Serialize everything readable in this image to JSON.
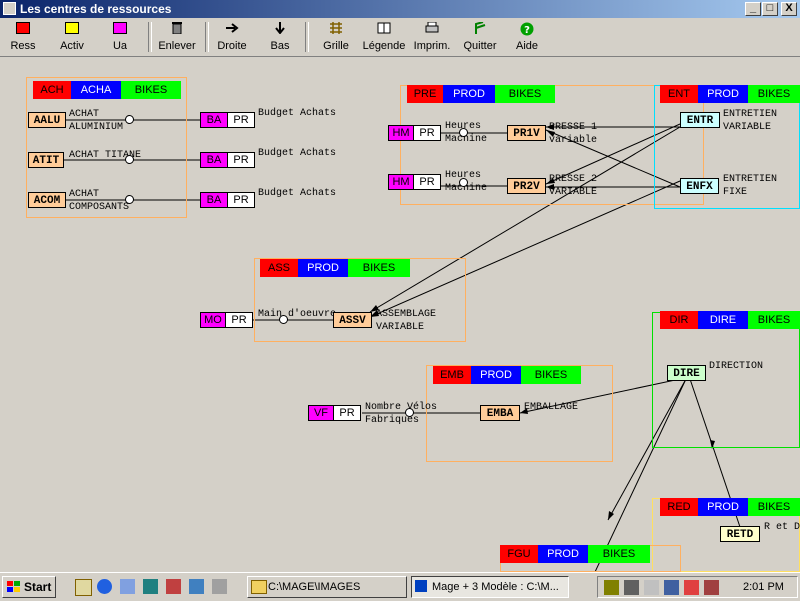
{
  "window": {
    "title": "Les centres de ressources",
    "buttons": [
      "_",
      "□",
      "X"
    ]
  },
  "toolbar": [
    {
      "key": "ress",
      "label": "Ress",
      "icon": "red-square-icon",
      "color": "#ff0000"
    },
    {
      "key": "activ",
      "label": "Activ",
      "icon": "yellow-square-icon",
      "color": "#ffff00"
    },
    {
      "key": "ua",
      "label": "Ua",
      "icon": "magenta-square-icon",
      "color": "#ff00ff"
    },
    {
      "key": "enlever",
      "label": "Enlever",
      "icon": "trash-icon"
    },
    {
      "key": "droite",
      "label": "Droite",
      "icon": "arrow-right-icon"
    },
    {
      "key": "bas",
      "label": "Bas",
      "icon": "arrow-down-icon"
    },
    {
      "key": "grille",
      "label": "Grille",
      "icon": "grid-icon"
    },
    {
      "key": "legende",
      "label": "Légende",
      "icon": "book-icon"
    },
    {
      "key": "imprim",
      "label": "Imprim.",
      "icon": "printer-icon"
    },
    {
      "key": "quitter",
      "label": "Quitter",
      "icon": "exit-icon"
    },
    {
      "key": "aide",
      "label": "Aide",
      "icon": "help-icon"
    }
  ],
  "colors": {
    "red": "#ff0000",
    "blue": "#0000ff",
    "green": "#00ff00",
    "magenta": "#ff00ff",
    "node_orange": "#ffcc99"
  },
  "groups": {
    "ach": [
      "ACH",
      "ACHA",
      "BIKES"
    ],
    "pre": [
      "PRE",
      "PROD",
      "BIKES"
    ],
    "ent": [
      "ENT",
      "PROD",
      "BIKES"
    ],
    "ass": [
      "ASS",
      "PROD",
      "BIKES"
    ],
    "dir": [
      "DIR",
      "DIRE",
      "BIKES"
    ],
    "emb": [
      "EMB",
      "PROD",
      "BIKES"
    ],
    "red": [
      "RED",
      "PROD",
      "BIKES"
    ],
    "fgu": [
      "FGU",
      "PROD",
      "BIKES"
    ]
  },
  "nodes": {
    "aalu": {
      "code": "AALU",
      "label1": "ACHAT",
      "label2": "ALUMINIUM"
    },
    "atit": {
      "code": "ATIT",
      "label1": "ACHAT TITANE",
      "label2": ""
    },
    "acom": {
      "code": "ACOM",
      "label1": "ACHAT",
      "label2": "COMPOSANTS"
    },
    "pr1v": {
      "code": "PR1V",
      "label1": "PRESSE 1",
      "label2": "variable"
    },
    "pr2v": {
      "code": "PR2V",
      "label1": "PRESSE 2",
      "label2": "VARIABLE"
    },
    "entr": {
      "code": "ENTR",
      "label1": "ENTRETIEN",
      "label2": "VARIABLE"
    },
    "enfx": {
      "code": "ENFX",
      "label1": "ENTRETIEN",
      "label2": "FIXE"
    },
    "assv": {
      "code": "ASSV",
      "label1": "ASSEMBLAGE",
      "label2": "VARIABLE"
    },
    "emba": {
      "code": "EMBA",
      "label1": "EMBALLAGE",
      "label2": ""
    },
    "dire": {
      "code": "DIRE",
      "label1": "DIRECTION",
      "label2": ""
    },
    "retd": {
      "code": "RETD",
      "label1": "R et D",
      "label2": ""
    }
  },
  "resources": {
    "ba": [
      "BA",
      "PR"
    ],
    "hm": [
      "HM",
      "PR"
    ],
    "mo": [
      "MO",
      "PR"
    ],
    "vf": [
      "VF",
      "PR"
    ]
  },
  "drivers": {
    "budget": "Budget Achats",
    "heures1": "Heures",
    "machine": "Machine",
    "main_oeuvre": "Main d'oeuvre",
    "velos1": "Nombre Vélos",
    "velos2": "Fabriqués"
  },
  "taskbar": {
    "start": "Start",
    "tasks": [
      "C:\\MAGE\\IMAGES",
      "Mage + 3   Modèle : C:\\M..."
    ],
    "clock": "2:01 PM"
  }
}
